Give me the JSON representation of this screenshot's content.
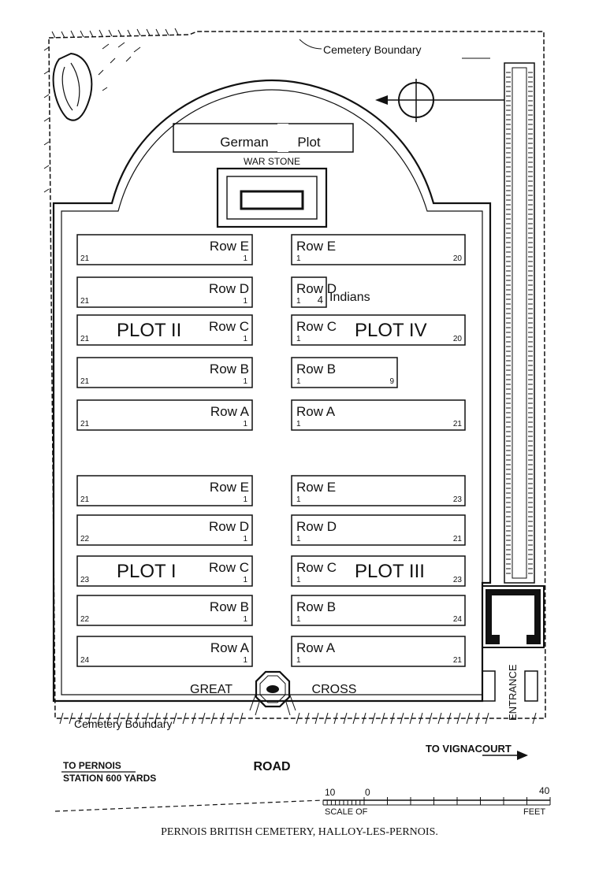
{
  "caption": "PERNOIS BRITISH CEMETERY, HALLOY-LES-PERNOIS.",
  "boundary_label": "Cemetery Boundary",
  "german_plot": [
    "German",
    "Plot"
  ],
  "war_stone": "WAR STONE",
  "great_cross": [
    "GREAT",
    "CROSS"
  ],
  "entrance": "ENTRANCE",
  "road": "ROAD",
  "to_vignacourt": "TO VIGNACOURT",
  "to_pernois": [
    "TO PERNOIS",
    "STATION 600 YARDS"
  ],
  "scale": {
    "start": "10",
    "zero": "0",
    "end": "40",
    "label_left": "SCALE OF",
    "label_right": "FEET"
  },
  "indians_label": "Indians",
  "plots": [
    {
      "name": "PLOT II",
      "rows": [
        {
          "row": "Row E",
          "first": "21",
          "last": "1"
        },
        {
          "row": "Row D",
          "first": "21",
          "last": "1"
        },
        {
          "row": "Row C",
          "first": "21",
          "last": "1"
        },
        {
          "row": "Row B",
          "first": "21",
          "last": "1"
        },
        {
          "row": "Row A",
          "first": "21",
          "last": "1"
        }
      ]
    },
    {
      "name": "PLOT IV",
      "rows": [
        {
          "row": "Row E",
          "first": "1",
          "last": "20"
        },
        {
          "row": "Row D",
          "first": "1",
          "last": "4"
        },
        {
          "row": "Row C",
          "first": "1",
          "last": "20"
        },
        {
          "row": "Row B",
          "first": "1",
          "last": "9"
        },
        {
          "row": "Row A",
          "first": "1",
          "last": "21"
        }
      ]
    },
    {
      "name": "PLOT I",
      "rows": [
        {
          "row": "Row E",
          "first": "21",
          "last": "1"
        },
        {
          "row": "Row D",
          "first": "22",
          "last": "1"
        },
        {
          "row": "Row C",
          "first": "23",
          "last": "1"
        },
        {
          "row": "Row B",
          "first": "22",
          "last": "1"
        },
        {
          "row": "Row A",
          "first": "24",
          "last": "1"
        }
      ]
    },
    {
      "name": "PLOT III",
      "rows": [
        {
          "row": "Row E",
          "first": "1",
          "last": "23"
        },
        {
          "row": "Row D",
          "first": "1",
          "last": "21"
        },
        {
          "row": "Row C",
          "first": "1",
          "last": "23"
        },
        {
          "row": "Row B",
          "first": "1",
          "last": "24"
        },
        {
          "row": "Row A",
          "first": "1",
          "last": "21"
        }
      ]
    }
  ]
}
